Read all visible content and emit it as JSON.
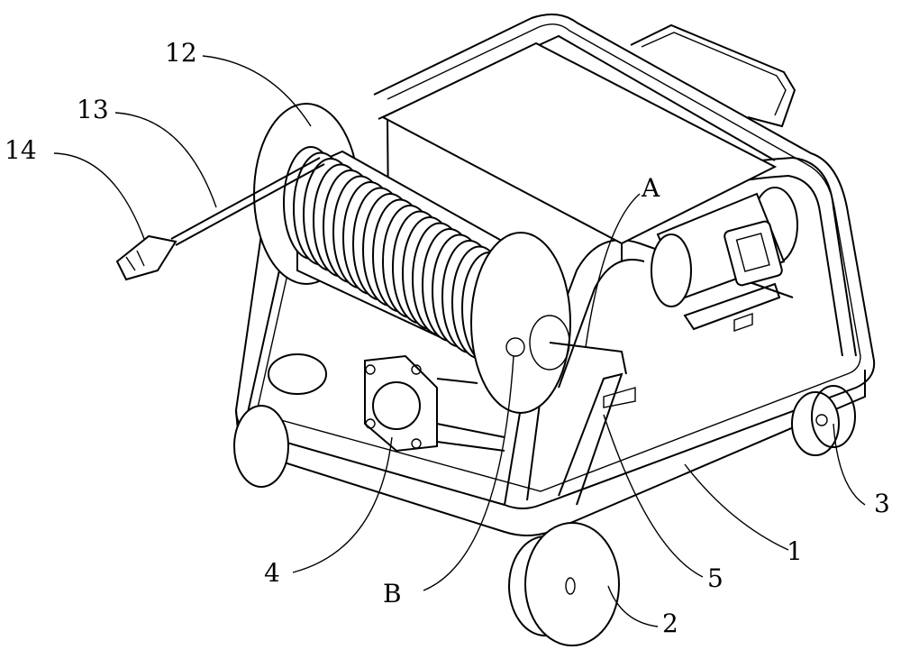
{
  "figure": {
    "labels": {
      "l1": "1",
      "l2": "2",
      "l3": "3",
      "l4": "4",
      "l5": "5",
      "l12": "12",
      "l13": "13",
      "l14": "14",
      "lA": "A",
      "lB": "B"
    }
  }
}
